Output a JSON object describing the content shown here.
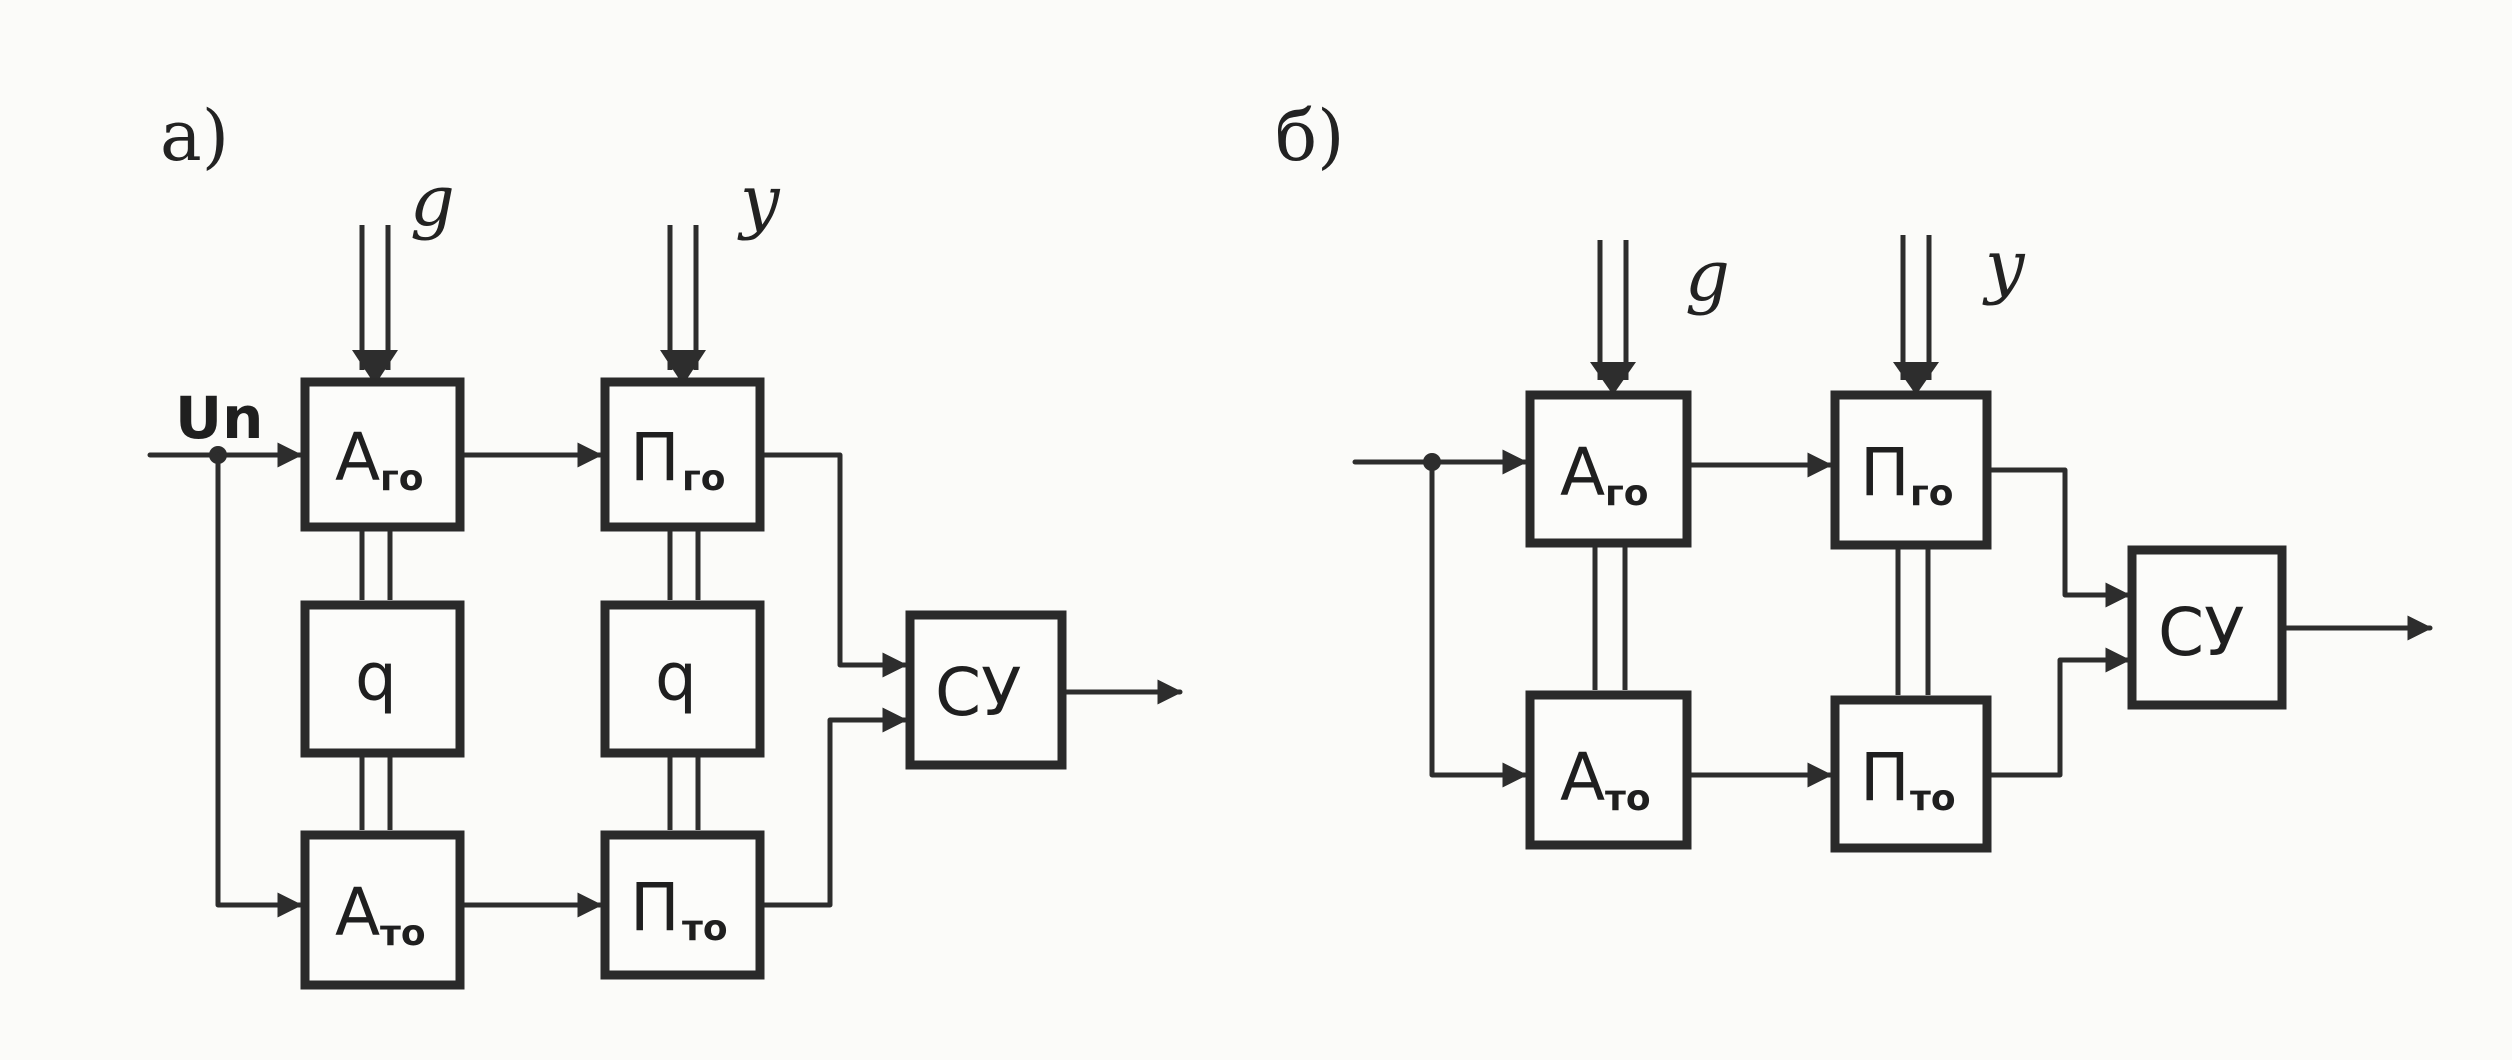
{
  "panel_a": {
    "label": "а)",
    "input_g": "g",
    "input_y": "y",
    "input_signal": "Un",
    "blocks": {
      "a_go": {
        "main": "A",
        "sub": "го"
      },
      "p_go": {
        "main": "П",
        "sub": "го"
      },
      "q1": {
        "main": "q"
      },
      "q2": {
        "main": "q"
      },
      "a_to": {
        "main": "A",
        "sub": "то"
      },
      "p_to": {
        "main": "П",
        "sub": "то"
      },
      "su": {
        "main": "СУ"
      }
    }
  },
  "panel_b": {
    "label": "б)",
    "input_g": "g",
    "input_y": "y",
    "blocks": {
      "a_go": {
        "main": "A",
        "sub": "го"
      },
      "p_go": {
        "main": "П",
        "sub": "го"
      },
      "a_to": {
        "main": "A",
        "sub": "то"
      },
      "p_to": {
        "main": "П",
        "sub": "то"
      },
      "su": {
        "main": "СУ"
      }
    }
  }
}
